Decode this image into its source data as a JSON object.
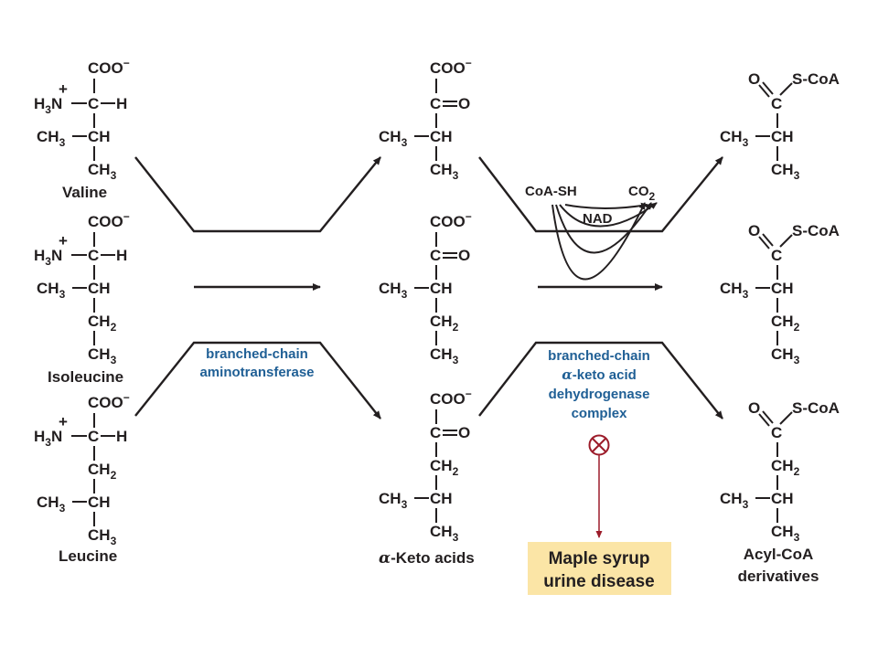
{
  "amino_acids": [
    {
      "name": "Valine",
      "lines": {
        "coo": "COO",
        "alpha_c": "C",
        "h": "H",
        "n": "N",
        "h3": "H",
        "h3_sub": "3",
        "plus": "+",
        "ch": "CH",
        "ch3": "CH",
        "ch3_sub": "3",
        "end_ch3": "CH",
        "end_sub": "3"
      }
    },
    {
      "name": "Isoleucine",
      "lines": {
        "coo": "COO",
        "alpha_c": "C",
        "h": "H",
        "n": "N",
        "h3": "H",
        "h3_sub": "3",
        "plus": "+",
        "ch": "CH",
        "ch3": "CH",
        "ch3_sub": "3",
        "ch2": "CH",
        "ch2_sub": "2",
        "end_ch3": "CH",
        "end_sub": "3"
      }
    },
    {
      "name": "Leucine",
      "lines": {
        "coo": "COO",
        "alpha_c": "C",
        "h": "H",
        "n": "N",
        "h3": "H",
        "h3_sub": "3",
        "plus": "+",
        "ch2": "CH",
        "ch2_sub": "2",
        "ch": "CH",
        "ch3": "CH",
        "ch3_sub": "3",
        "end_ch3": "CH",
        "end_sub": "3"
      }
    }
  ],
  "minus": "−",
  "keto_o": "O",
  "keto_c": "C",
  "keto_label_alpha": "α",
  "keto_label": "-Keto acids",
  "acyl": {
    "o": "O",
    "s_coa": "S-CoA",
    "c": "C"
  },
  "acyl_label_1": "Acyl-CoA",
  "acyl_label_2": "derivatives",
  "enzyme1_line1": "branched-chain",
  "enzyme1_line2": "aminotransferase",
  "enzyme2_line1": "branched-chain",
  "enzyme2_line2_alpha": "α",
  "enzyme2_line2": "-keto acid",
  "enzyme2_line3": "dehydrogenase",
  "enzyme2_line4": "complex",
  "cofactors": {
    "coa_sh": "CoA-SH",
    "co2": "CO",
    "co2_sub": "2",
    "nad": "NAD"
  },
  "disease_line1": "Maple syrup",
  "disease_line2": "urine disease",
  "colors": {
    "enzyme_text": "#1f5f95",
    "inhibitor": "#9c1c2a",
    "disease_box": "#fbe5a6",
    "ink": "#231f20"
  }
}
